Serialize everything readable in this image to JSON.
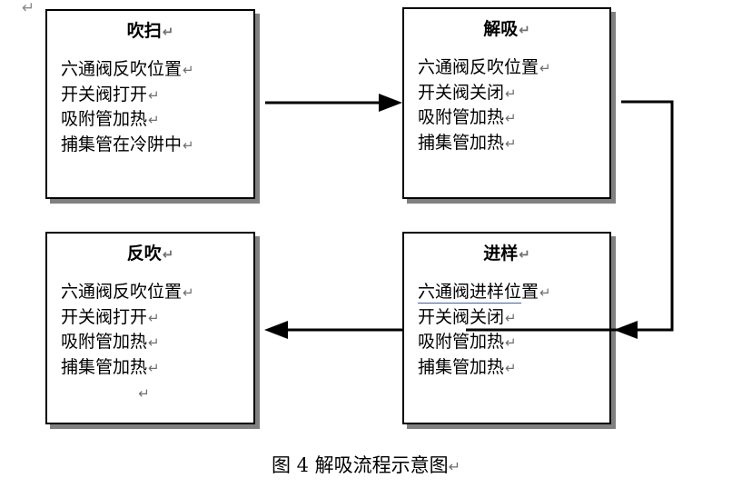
{
  "page": {
    "stray_mark": "↵",
    "background_color": "#ffffff",
    "text_color": "#000000",
    "box_border_color": "#000000",
    "box_shadow_color": "#808080",
    "underline_color": "#4a5d9c",
    "pilcrow": "↵"
  },
  "diagram": {
    "boxes": [
      {
        "id": "purge",
        "title": "吹扫",
        "title_mark": "↵",
        "lines": [
          {
            "text": "六通阀反吹位置",
            "mark": "↵",
            "underlined": false
          },
          {
            "text": "开关阀打开",
            "mark": "↵",
            "underlined": false
          },
          {
            "text": "吸附管加热",
            "mark": "↵",
            "underlined": false
          },
          {
            "text": "捕集管在冷阱中",
            "mark": "↵",
            "underlined": false
          }
        ]
      },
      {
        "id": "desorb",
        "title": "解吸",
        "title_mark": "↵",
        "lines": [
          {
            "text": "六通阀反吹位置",
            "mark": "↵",
            "underlined": false
          },
          {
            "text": "开关阀关闭",
            "mark": "↵",
            "underlined": false
          },
          {
            "text": "吸附管加热",
            "mark": "↵",
            "underlined": false
          },
          {
            "text": "捕集管加热",
            "mark": "↵",
            "underlined": false
          }
        ]
      },
      {
        "id": "backflush",
        "title": "反吹",
        "title_mark": "↵",
        "lines": [
          {
            "text": "六通阀反吹位置",
            "mark": "↵",
            "underlined": false
          },
          {
            "text": "开关阀打开",
            "mark": "↵",
            "underlined": false
          },
          {
            "text": "吸附管加热",
            "mark": "↵",
            "underlined": false
          },
          {
            "text": "捕集管加热",
            "mark": "↵",
            "underlined": false
          },
          {
            "text": "",
            "mark": "↵",
            "underlined": false,
            "empty_centered": true
          }
        ]
      },
      {
        "id": "inject",
        "title": "进样",
        "title_mark": "↵",
        "lines": [
          {
            "text": "六通阀进样位",
            "tail": "置",
            "mark": "↵",
            "underlined": true
          },
          {
            "text": "开关阀关闭",
            "mark": "↵",
            "underlined": false
          },
          {
            "text": "吸附管加热",
            "mark": "↵",
            "underlined": false
          },
          {
            "text": "捕集管加热",
            "mark": "↵",
            "underlined": false
          }
        ]
      }
    ],
    "arrows": [
      {
        "id": "purge-to-desorb",
        "direction": "right"
      },
      {
        "id": "desorb-to-inject",
        "direction": "down-then-left"
      },
      {
        "id": "inject-to-backflush",
        "direction": "left"
      }
    ]
  },
  "caption": {
    "text": "图 4  解吸流程示意图",
    "mark": "↵"
  }
}
